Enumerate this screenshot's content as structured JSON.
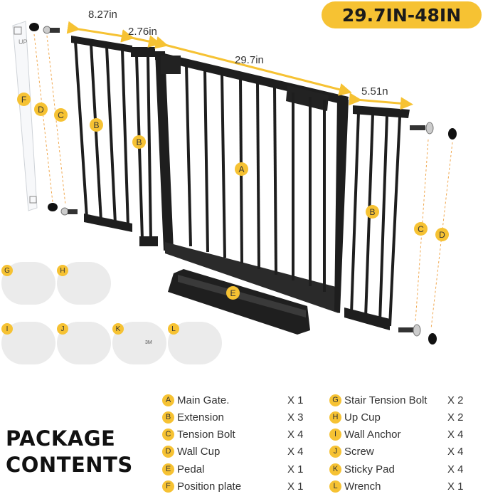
{
  "size_badge": "29.7IN-48IN",
  "dimensions": {
    "extension_large": "8.27in",
    "extension_small": "2.76in",
    "gate_width": "29.7in",
    "extension_right": "5.51n"
  },
  "plate_text": {
    "up": "UP"
  },
  "diagram_labels": {
    "a": "A",
    "b_left": "B",
    "b_mid": "B",
    "b_right": "B",
    "c_left": "C",
    "c_right": "C",
    "d_left": "D",
    "d_right": "D",
    "e": "E",
    "f": "F"
  },
  "thumbnails": [
    {
      "letter": "G",
      "icon": "stair-tension-bolt-icon"
    },
    {
      "letter": "H",
      "icon": "up-cup-icon"
    },
    {
      "letter": "I",
      "icon": "wall-anchor-icon"
    },
    {
      "letter": "J",
      "icon": "screw-icon"
    },
    {
      "letter": "K",
      "icon": "sticky-pad-icon",
      "text": "3M"
    },
    {
      "letter": "L",
      "icon": "wrench-icon"
    }
  ],
  "package_title": [
    "PACKAGE",
    "CONTENTS"
  ],
  "contents_left": [
    {
      "letter": "A",
      "name": "Main Gate.",
      "qty": "X 1"
    },
    {
      "letter": "B",
      "name": "Extension",
      "qty": "X 3"
    },
    {
      "letter": "C",
      "name": "Tension Bolt",
      "qty": "X 4"
    },
    {
      "letter": "D",
      "name": "Wall Cup",
      "qty": "X 4"
    },
    {
      "letter": "E",
      "name": "Pedal",
      "qty": "X 1"
    },
    {
      "letter": "F",
      "name": "Position plate",
      "qty": "X 1"
    }
  ],
  "contents_right": [
    {
      "letter": "G",
      "name": "Stair Tension Bolt",
      "qty": "X 2"
    },
    {
      "letter": "H",
      "name": "Up Cup",
      "qty": "X 2"
    },
    {
      "letter": "I",
      "name": "Wall Anchor",
      "qty": "X 4"
    },
    {
      "letter": "J",
      "name": "Screw",
      "qty": "X 4"
    },
    {
      "letter": "K",
      "name": "Sticky Pad",
      "qty": "X 4"
    },
    {
      "letter": "L",
      "name": "Wrench",
      "qty": "X 1"
    }
  ],
  "colors": {
    "accent": "#f6c233",
    "metal": "#1e1e1e",
    "text": "#333333"
  }
}
